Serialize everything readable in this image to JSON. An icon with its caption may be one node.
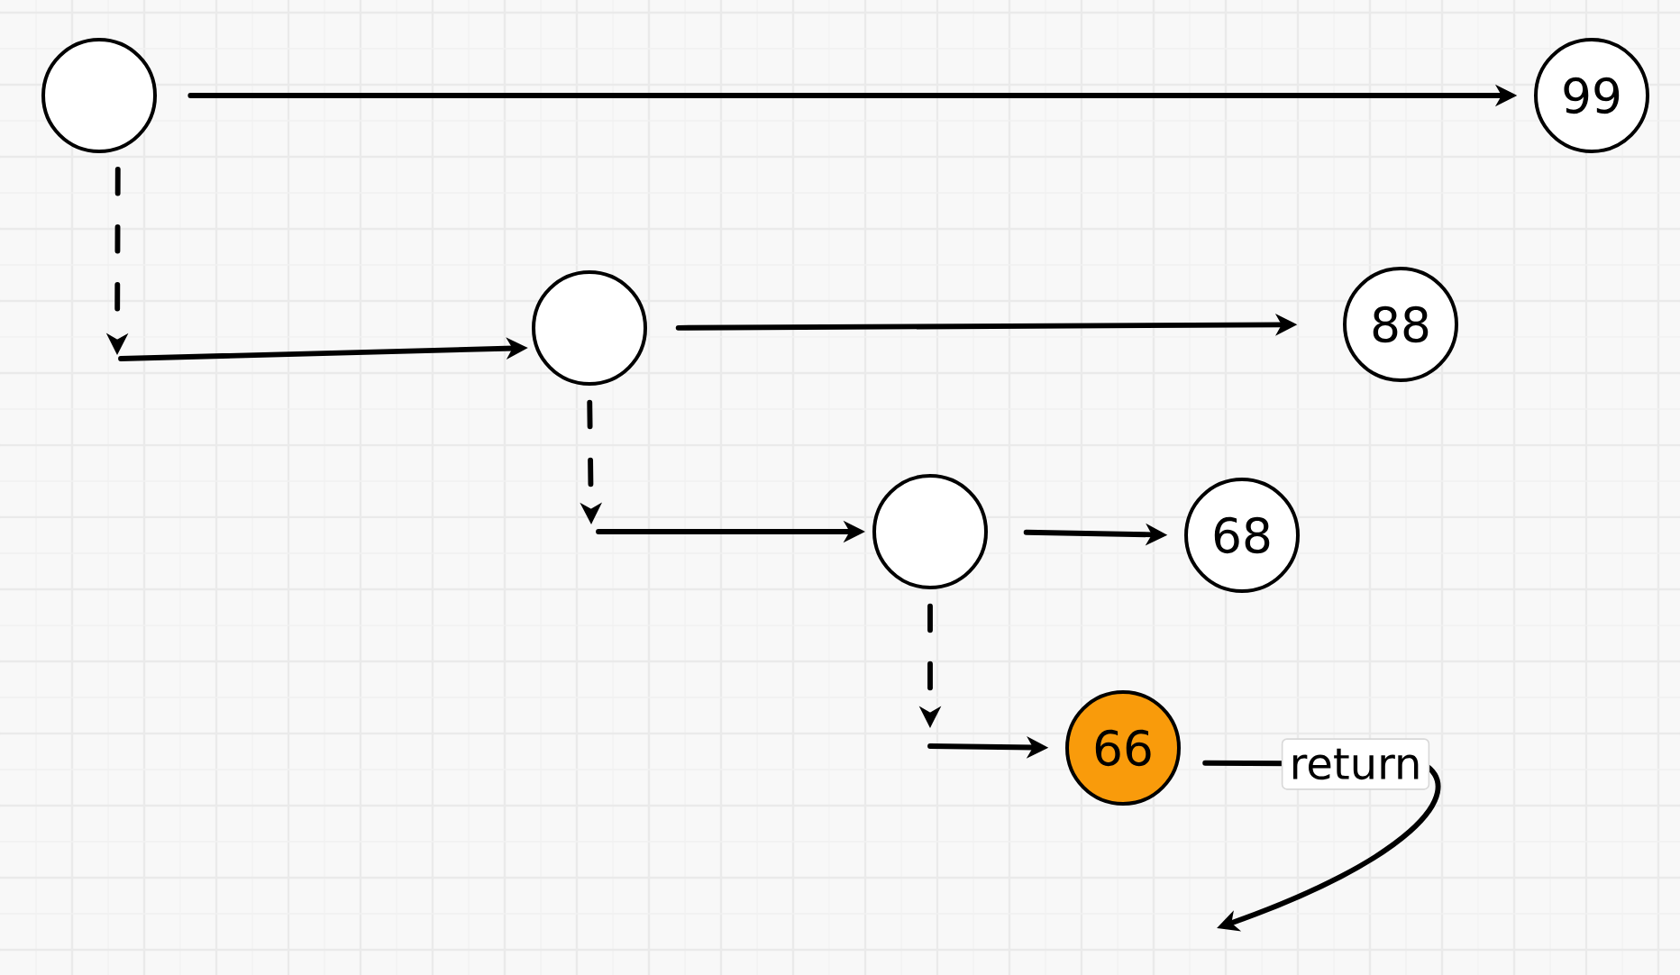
{
  "diagram": {
    "nodes": [
      {
        "text": [],
        "shape": "circle"
      },
      {
        "text": [
          "99"
        ]
      },
      {
        "text": [],
        "shape": "circle"
      },
      {
        "text": [
          "88"
        ]
      },
      {
        "text": [],
        "shape": "circle"
      },
      {
        "text": [
          "68"
        ]
      },
      {
        "text": [
          "66"
        ]
      }
    ],
    "edges": [
      {
        "from": 0,
        "to": 1,
        "arrow": "to"
      },
      {
        "from": 0,
        "to": null,
        "arrow": "to",
        "style": "dashed"
      },
      {
        "from": null,
        "to": 2,
        "arrow": "to"
      },
      {
        "from": 2,
        "to": 3,
        "arrow": "to"
      },
      {
        "from": 2,
        "to": null,
        "arrow": "to",
        "style": "dashed"
      },
      {
        "from": null,
        "to": 4,
        "arrow": "to"
      },
      {
        "from": 4,
        "to": 5,
        "arrow": "to"
      },
      {
        "from": 4,
        "to": null,
        "arrow": "to",
        "style": "dashed"
      },
      {
        "from": null,
        "to": 6,
        "arrow": "to"
      },
      {
        "from": 6,
        "to": null,
        "arrow": "to",
        "label": "return"
      }
    ]
  }
}
